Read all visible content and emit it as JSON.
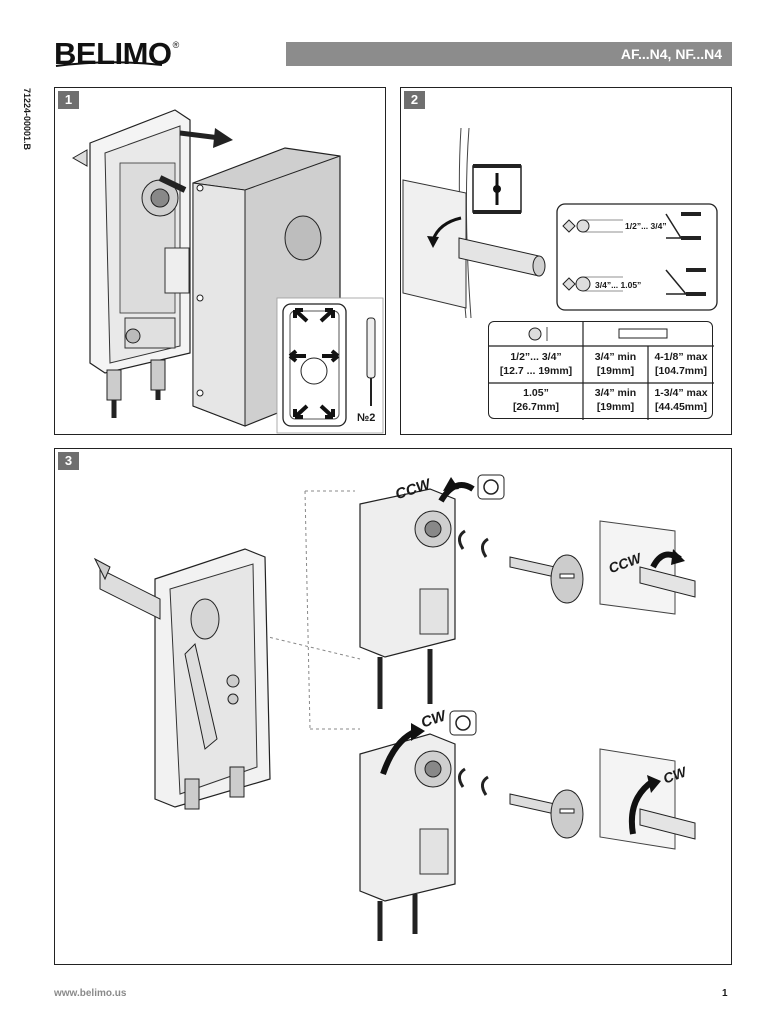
{
  "header": {
    "brand": "BELIMO",
    "brand_mark": "®",
    "models": "AF...N4, NF...N4",
    "doc_code": "71224-00001.B"
  },
  "panel1": {
    "step": "1",
    "tool_label": "№2"
  },
  "panel2": {
    "step": "2",
    "clamp_small": "1/2”... 3/4”",
    "clamp_large": "3/4”... 1.05”",
    "table": {
      "rows": [
        {
          "diameter": "1/2”... 3/4”",
          "diameter_mm": "[12.7 ... 19mm]",
          "min": "3/4” min",
          "min_mm": "[19mm]",
          "max": "4-1/8” max",
          "max_mm": "[104.7mm]"
        },
        {
          "diameter": "1.05”",
          "diameter_mm": "[26.7mm]",
          "min": "3/4” min",
          "min_mm": "[19mm]",
          "max": "1-3/4” max",
          "max_mm": "[44.45mm]"
        }
      ]
    }
  },
  "panel3": {
    "step": "3",
    "ccw_label_top": "CCW",
    "ccw_label_shaft": "CCW",
    "cw_label_bottom": "CW",
    "cw_label_shaft": "CW"
  },
  "footer": {
    "url": "www.belimo.us",
    "page": "1"
  }
}
